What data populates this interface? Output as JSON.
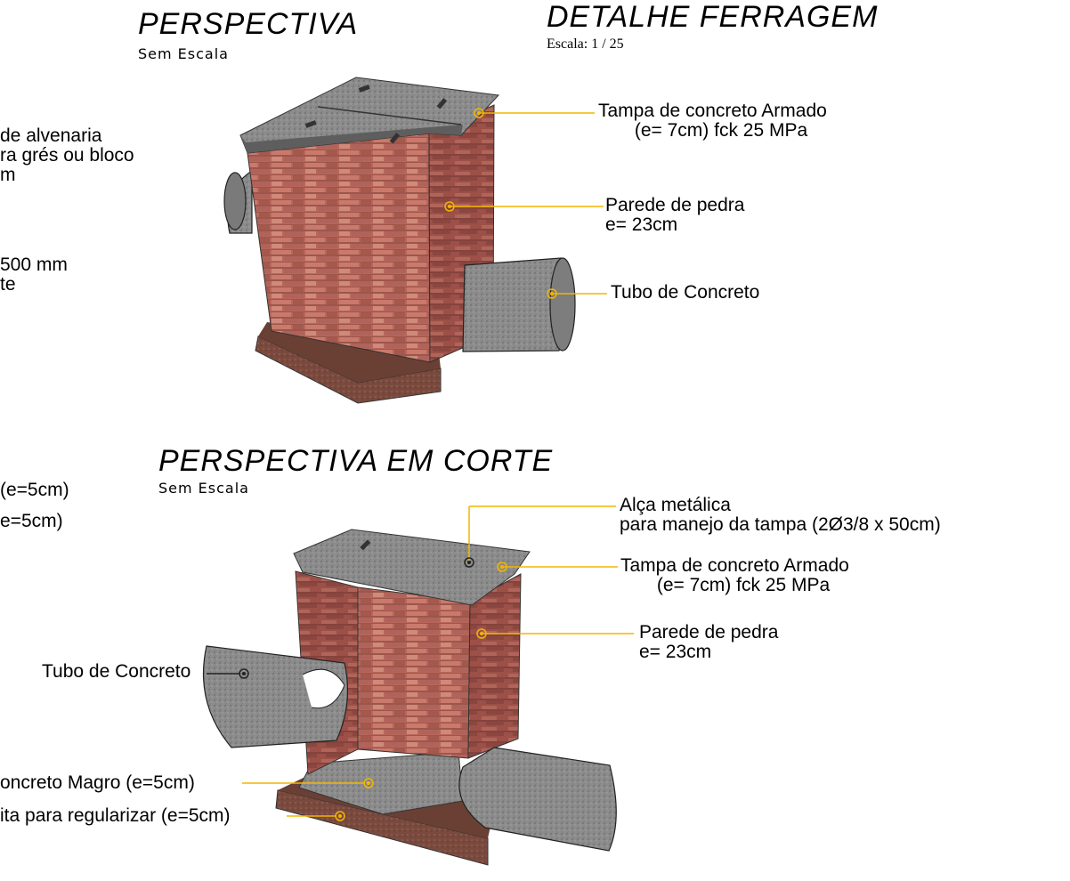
{
  "top_section": {
    "title": "PERSPECTIVA",
    "scale": "Sem  Escala",
    "left_labels": {
      "wall_material": "de alvenaria\nra grés ou bloco\nm",
      "pipe_diameter": "500 mm\nte"
    },
    "callouts": {
      "lid": "Tampa de concreto Armado\n       (e= 7cm) fck 25 MPa",
      "wall": "Parede de pedra\ne= 23cm",
      "pipe": "Tubo de Concreto"
    }
  },
  "detail_section": {
    "title": "DETALHE FERRAGEM",
    "scale": "Escala:  1 / 25"
  },
  "cut_section": {
    "title": "PERSPECTIVA EM CORTE",
    "scale": "Sem  Escala",
    "left_labels": {
      "line1": "(e=5cm)",
      "line2": "e=5cm)"
    },
    "callouts": {
      "handle": "Alça metálica\npara manejo da tampa (2Ø3/8 x 50cm)",
      "lid": "Tampa de concreto Armado\n       (e= 7cm) fck 25 MPa",
      "wall": "Parede de pedra\ne= 23cm",
      "pipe": "Tubo de Concreto",
      "lean_concrete": "oncreto Magro (e=5cm)",
      "gravel": "ita para regularizar (e=5cm)"
    }
  },
  "colors": {
    "leader": "#f2b600",
    "brick": "#b9665a",
    "brick_dark": "#8f4a40",
    "concrete": "#8a8a8a",
    "concrete_dark": "#5e5e5e",
    "base": "#7a4a3e"
  }
}
